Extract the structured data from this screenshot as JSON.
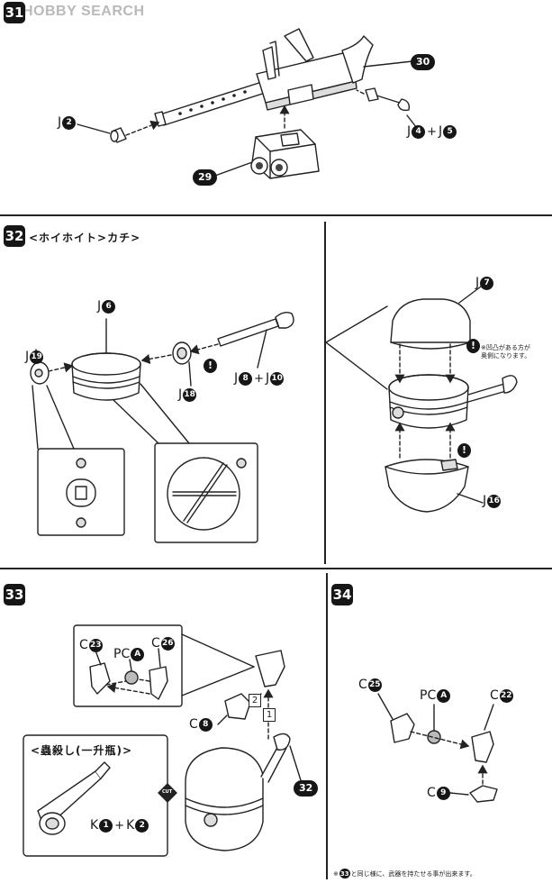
{
  "watermark": "HOBBY SEARCH",
  "steps": {
    "s31": "31",
    "s32": "32",
    "s33": "33",
    "s34": "34"
  },
  "step31": {
    "ref_30": "30",
    "ref_29": "29",
    "part_j2": {
      "prefix": "J",
      "num": "2"
    },
    "part_j4": {
      "prefix": "J",
      "num": "4"
    },
    "part_j5": {
      "prefix": "J",
      "num": "5"
    }
  },
  "step32": {
    "title_note": "<ホイホイト>カチ>",
    "part_j6": {
      "prefix": "J",
      "num": "6"
    },
    "part_j19": {
      "prefix": "J",
      "num": "19"
    },
    "part_j18": {
      "prefix": "J",
      "num": "18"
    },
    "part_j8": {
      "prefix": "J",
      "num": "8"
    },
    "part_j10": {
      "prefix": "J",
      "num": "10"
    },
    "part_j7": {
      "prefix": "J",
      "num": "7"
    },
    "part_j16": {
      "prefix": "J",
      "num": "16"
    },
    "note": "※凹凸がある方が\n奥側になります。"
  },
  "step33": {
    "part_c23": {
      "prefix": "C",
      "num": "23"
    },
    "part_pca": {
      "prefix": "PC",
      "num": "A"
    },
    "part_c26": {
      "prefix": "C",
      "num": "26"
    },
    "part_c8": {
      "prefix": "C",
      "num": "8"
    },
    "order_1": "1",
    "order_2": "2",
    "ref_32": "32",
    "option_title": "<蟲殺し(一升瓶)>",
    "part_k1": {
      "prefix": "K",
      "num": "1"
    },
    "part_k2": {
      "prefix": "K",
      "num": "2"
    },
    "cut_mark": "CUT"
  },
  "step34": {
    "part_c25": {
      "prefix": "C",
      "num": "25"
    },
    "part_pca": {
      "prefix": "PC",
      "num": "A"
    },
    "part_c22": {
      "prefix": "C",
      "num": "22"
    },
    "part_c9": {
      "prefix": "C",
      "num": "9"
    },
    "bottom_note_pre": "※",
    "bottom_note_ref": "33",
    "bottom_note": "と同じ様に、武器を持たせる事が出来ます。"
  },
  "exclaim": "!"
}
